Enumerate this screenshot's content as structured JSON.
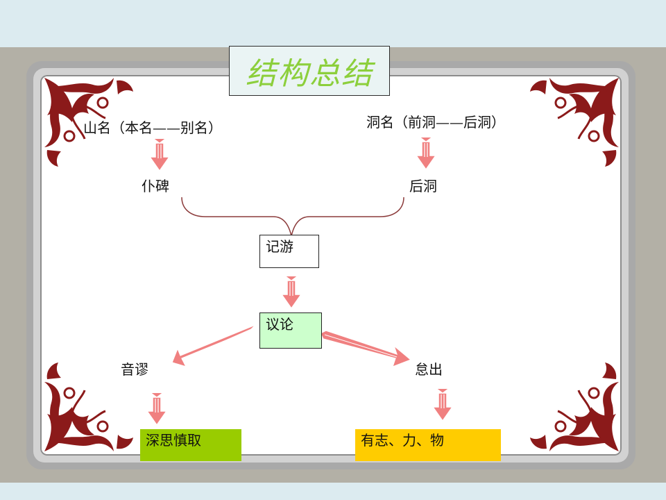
{
  "title": "结构总结",
  "nodes": {
    "mountain_name": "山名（本名——别名）",
    "cave_name": "洞名（前洞——后洞）",
    "fallen_stele": "仆碑",
    "back_cave": "后洞",
    "travel": "记游",
    "discussion": "议论",
    "pronunciation_error": "音谬",
    "laziness": "怠出",
    "deep_thought": "深思慎取",
    "will_strength_things": "有志、力、物"
  },
  "colors": {
    "arrow": "#f08080",
    "title_text": "#8ccf3c",
    "discussion_fill": "#ccffcc",
    "deep_thought_fill": "#99cc00",
    "will_fill": "#ffcc00",
    "ornament": "#8b1a1a"
  }
}
